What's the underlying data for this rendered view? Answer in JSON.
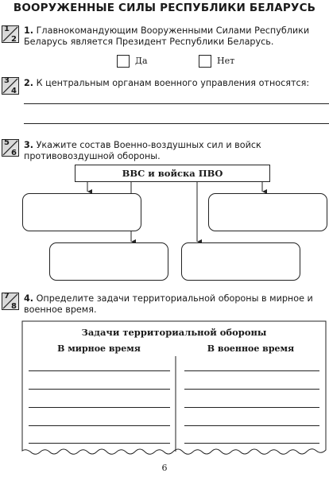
{
  "title": "ВООРУЖЕННЫЕ СИЛЫ РЕСПУБЛИКИ БЕЛАРУСЬ",
  "q1": {
    "badge": [
      "1",
      "2"
    ],
    "number": "1.",
    "text": "Главнокомандующим Вооруженными Силами Республики Беларусь является Президент Республики Беларусь.",
    "options": [
      "Да",
      "Нет"
    ]
  },
  "q2": {
    "badge": [
      "3",
      "4"
    ],
    "number": "2.",
    "text": "К центральным органам военного управления относятся:"
  },
  "q3": {
    "badge": [
      "5",
      "6"
    ],
    "number": "3.",
    "text": "Укажите состав Военно-воздушных сил и войск противовоздушной обороны.",
    "root_label": "ВВС и войска ПВО"
  },
  "q4": {
    "badge": [
      "7",
      "8"
    ],
    "number": "4.",
    "text": "Определите задачи территориальной обороны в мирное и военное время.",
    "table_title": "Задачи территориальной обороны",
    "col_left": "В мирное время",
    "col_right": "В военное время"
  },
  "page_number": "6"
}
